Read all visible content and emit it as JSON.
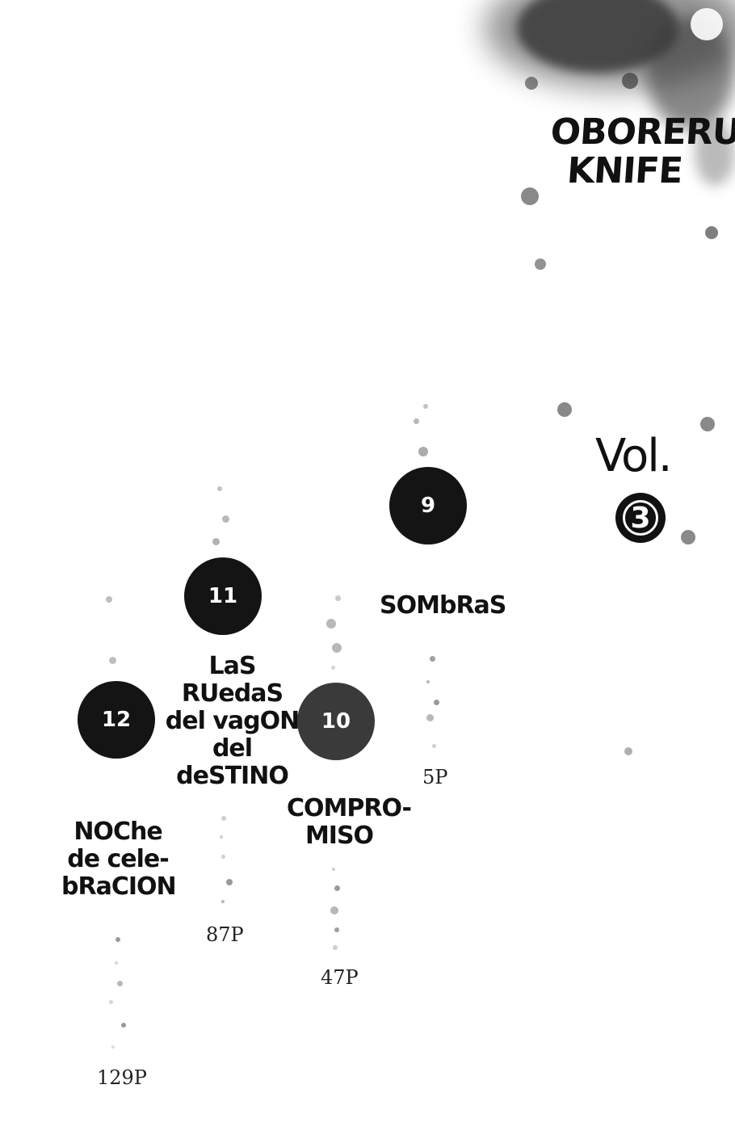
{
  "header": {
    "series_title_line1": "OBORERU",
    "series_title_line2": "KNIFE"
  },
  "volume": {
    "label": "Vol.",
    "number": "3"
  },
  "chapters": [
    {
      "number": "9",
      "title_lines": [
        "SOMbRaS"
      ],
      "page": "5P"
    },
    {
      "number": "10",
      "title_lines": [
        "COMPRO-",
        "MISO"
      ],
      "page": "47P"
    },
    {
      "number": "11",
      "title_lines": [
        "LaS",
        "RUedaS",
        "del vagON",
        "del",
        "deSTINO"
      ],
      "page": "87P"
    },
    {
      "number": "12",
      "title_lines": [
        "NOChe",
        "de cele-",
        "bRaCION"
      ],
      "page": "129P"
    }
  ]
}
